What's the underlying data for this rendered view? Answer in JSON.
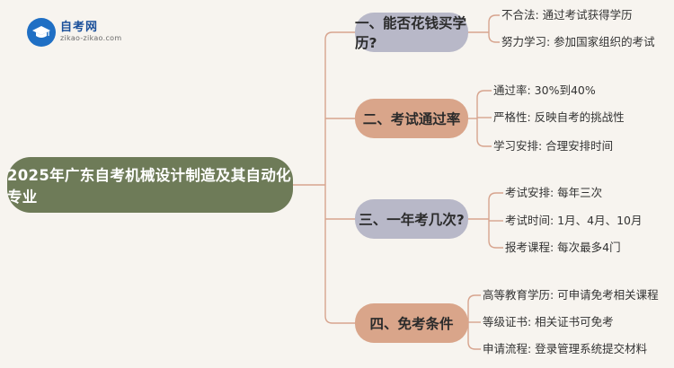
{
  "logo": {
    "name": "自考网",
    "url": "zikao-zikao.com",
    "icon": "graduation-cap-icon"
  },
  "root": {
    "label": "2025年广东自考机械设计制造及其自动化专业",
    "color": "#6e7b58"
  },
  "branches": [
    {
      "label": "一、能否花钱买学历?",
      "color": "#b8b8c8",
      "leaves": [
        "不合法: 通过考试获得学历",
        "努力学习: 参加国家组织的考试"
      ]
    },
    {
      "label": "二、考试通过率",
      "color": "#d9a58a",
      "leaves": [
        "通过率: 30%到40%",
        "严格性: 反映自考的挑战性",
        "学习安排: 合理安排时间"
      ]
    },
    {
      "label": "三、一年考几次?",
      "color": "#b8b8c8",
      "leaves": [
        "考试安排: 每年三次",
        "考试时间: 1月、4月、10月",
        "报考课程: 每次最多4门"
      ]
    },
    {
      "label": "四、免考条件",
      "color": "#d9a58a",
      "leaves": [
        "高等教育学历: 可申请免考相关课程",
        "等级证书: 相关证书可免考",
        "申请流程: 登录管理系统提交材料"
      ]
    }
  ],
  "colors": {
    "connector": "#d7a48e",
    "background": "#f7f4ef"
  }
}
